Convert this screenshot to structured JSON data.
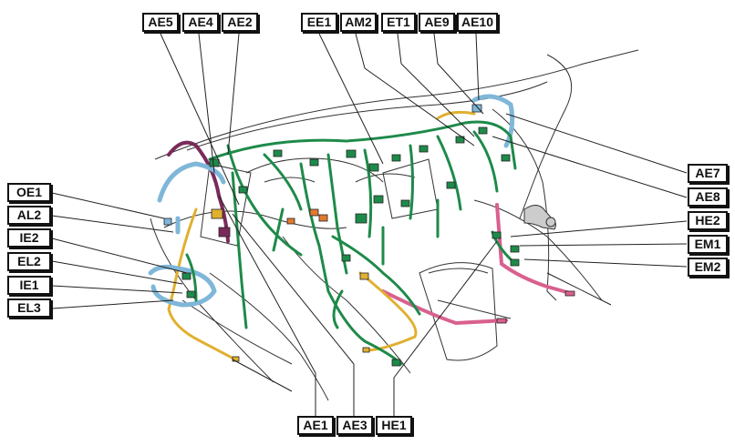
{
  "labels": {
    "top": [
      "AE5",
      "AE4",
      "AE2",
      "EE1",
      "AM2",
      "ET1",
      "AE9",
      "AE10"
    ],
    "left": [
      "OE1",
      "AL2",
      "IE2",
      "EL2",
      "IE1",
      "EL3"
    ],
    "right": [
      "AE7",
      "AE8",
      "HE2",
      "EM1",
      "EM2"
    ],
    "bottom": [
      "AE1",
      "AE3",
      "HE1"
    ]
  },
  "colors": {
    "harness_main": "#1e8a4a",
    "harness_blue": "#7fb7d9",
    "harness_yellow": "#e0b030",
    "harness_pink": "#d9608f",
    "harness_purple": "#7a2a5a",
    "connector_orange": "#e07a30",
    "outline": "#222222"
  }
}
